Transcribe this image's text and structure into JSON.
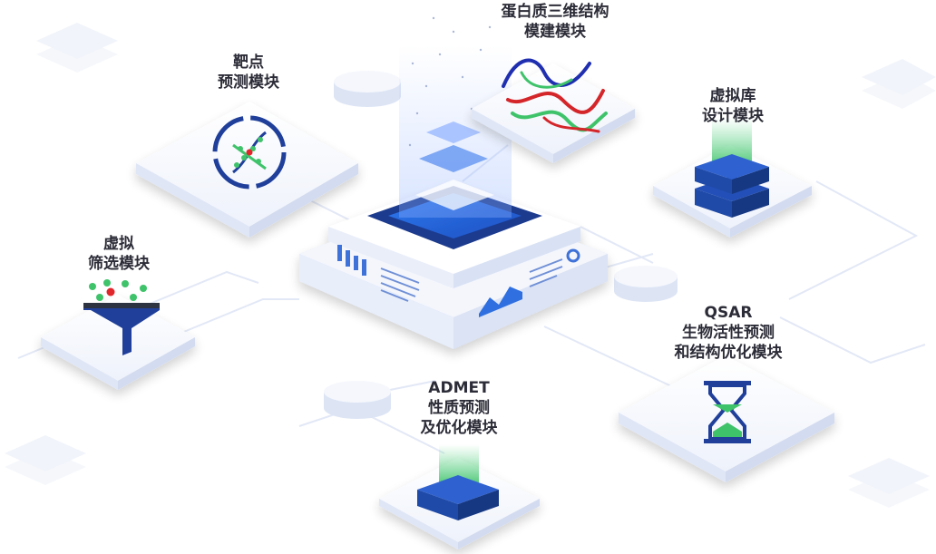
{
  "modules": {
    "protein_structure": {
      "line1": "蛋白质三维结构",
      "line2": "模建模块"
    },
    "target_prediction": {
      "line1": "靶点",
      "line2": "预测模块"
    },
    "virtual_library": {
      "line1": "虚拟库",
      "line2": "设计模块"
    },
    "virtual_screening": {
      "line1": "虚拟",
      "line2": "筛选模块"
    },
    "qsar": {
      "line1": "QSAR",
      "line2": "生物活性预测",
      "line3": "和结构优化模块"
    },
    "admet": {
      "line1": "ADMET",
      "line2": "性质预测",
      "line3": "及优化模块"
    }
  },
  "icons": {
    "target_prediction": "dna-icon",
    "protein_structure": "protein-ribbon-icon",
    "virtual_library": "database-stack-icon",
    "virtual_screening": "funnel-icon",
    "qsar": "hourglass-icon",
    "admet": "data-block-icon",
    "center": "computing-platform-icon"
  },
  "colors": {
    "primary_blue": "#1f4fb0",
    "dark_blue": "#16327a",
    "green": "#3fc36a",
    "red": "#e0262b",
    "platform_light": "#eef2fb",
    "line": "#dfe6f5"
  }
}
